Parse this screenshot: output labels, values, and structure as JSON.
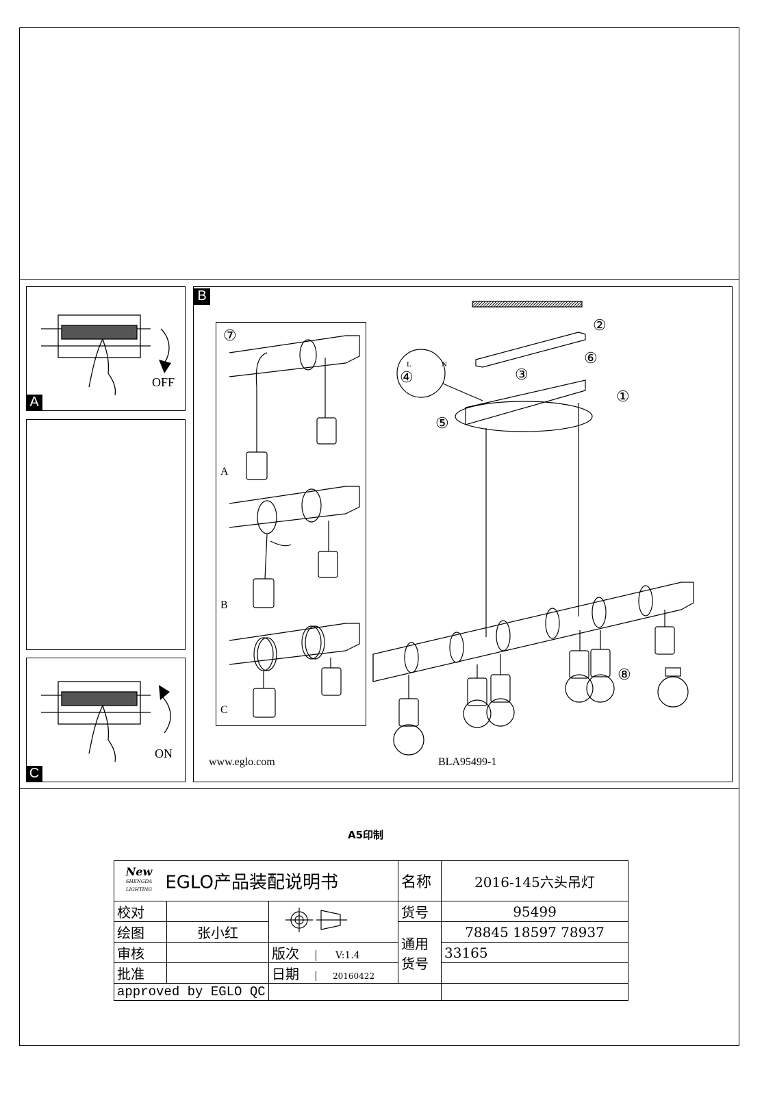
{
  "panels": {
    "a": {
      "label": "A",
      "switch_text": "OFF"
    },
    "b": {
      "label": "B",
      "website": "www.eglo.com",
      "code": "BLA95499-1",
      "inset_steps": {
        "a": "A",
        "b": "B",
        "c": "C"
      },
      "step_marks": [
        "⑦",
        "①",
        "②",
        "③",
        "④",
        "⑤",
        "⑥",
        "⑧"
      ],
      "terminal": {
        "l": "L",
        "n": "N"
      }
    },
    "c": {
      "label": "C",
      "switch_text": "ON"
    }
  },
  "print_note": "A5印制",
  "title_block": {
    "logo_text": "New",
    "logo_sub": "SHENGDA LIGHTING",
    "title": "EGLO产品装配说明书",
    "check_label": "校对",
    "draw_label": "绘图",
    "drawer": "张小红",
    "review_label": "审核",
    "approve_label": "批准",
    "version_label": "版次",
    "version": "V:1.4",
    "date_label": "日期",
    "date": "20160422",
    "name_label": "名称",
    "name": "2016-145六头吊灯",
    "item_label": "货号",
    "item": "95499",
    "general_label": "通用货号",
    "general_1": "78845 18597 78937",
    "general_2": "33165",
    "approved": "approved by EGLO QC"
  }
}
